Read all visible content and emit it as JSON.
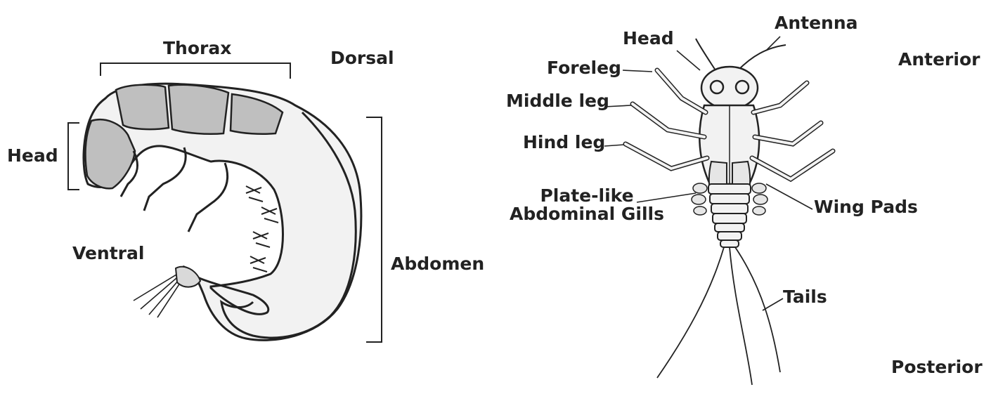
{
  "larva": {
    "thorax": "Thorax",
    "dorsal": "Dorsal",
    "head": "Head",
    "ventral": "Ventral",
    "abdomen": "Abdomen"
  },
  "mayfly": {
    "head": "Head",
    "antenna": "Antenna",
    "anterior": "Anterior",
    "foreleg": "Foreleg",
    "middle_leg": "Middle leg",
    "hind_leg": "Hind leg",
    "gills_line1": "Plate-like",
    "gills_line2": "Abdominal Gills",
    "wing_pads": "Wing Pads",
    "tails": "Tails",
    "posterior": "Posterior"
  },
  "colors": {
    "ink": "#222222",
    "body_fill": "#f2f2f2",
    "plate_fill": "#bfbfbf"
  }
}
